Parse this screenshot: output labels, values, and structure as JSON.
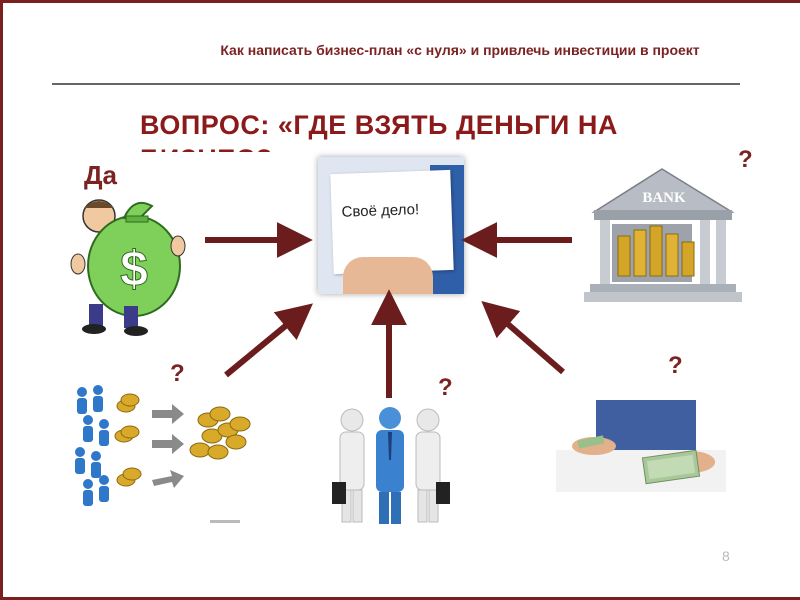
{
  "header": {
    "title": "Как написать бизнес-план «с нуля» и привлечь инвестиции в проект"
  },
  "question": {
    "text": "ВОПРОС:  «ГДЕ ВЗЯТЬ ДЕНЬГИ НА БИЗНЕС?»"
  },
  "center_card": {
    "text": "Своё дело!"
  },
  "labels": {
    "yes": "Да",
    "bank": "?",
    "investors": "?",
    "partners": "?",
    "loan": "?"
  },
  "bank": {
    "sign": "BANK"
  },
  "money_bag": {
    "symbol": "$"
  },
  "page_number": "8",
  "colors": {
    "accent": "#7b2222",
    "arrow": "#6b1d1d",
    "frame": "#7a1f1f"
  }
}
